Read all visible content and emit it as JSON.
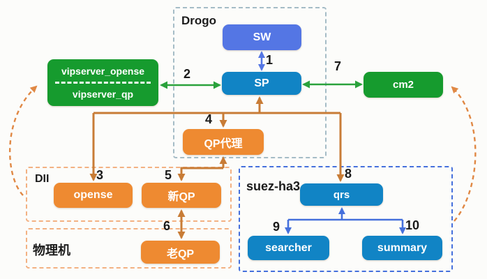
{
  "colors": {
    "bg": "#FCFCFA",
    "green": "#169B2E",
    "green_line": "#2AA23C",
    "blue_dark": "#1184C5",
    "blue_slate": "#5476E4",
    "tree_blue": "#4570DC",
    "orange": "#EE8A31",
    "orange_line": "#C87C36",
    "orange_dashed": "#E08844",
    "drogo_border": "#A5BCC6",
    "dii_border": "#F3B182",
    "suez_border": "#4570DC",
    "label": "#1A1A1A"
  },
  "groups": {
    "drogo": "Drogo",
    "dii": "DII",
    "physical": "物理机",
    "suez": "suez-ha3"
  },
  "nodes": {
    "sw": "SW",
    "sp": "SP",
    "vipserver_top": "vipserver_opense",
    "vipserver_bottom": "vipserver_qp",
    "cm2": "cm2",
    "qp_proxy": "QP代理",
    "opense": "opense",
    "new_qp": "新QP",
    "old_qp": "老QP",
    "qrs": "qrs",
    "searcher": "searcher",
    "summary": "summary"
  },
  "edge_labels": {
    "n1": "1",
    "n2": "2",
    "n3": "3",
    "n4": "4",
    "n5": "5",
    "n6": "6",
    "n7": "7",
    "n8": "8",
    "n9": "9",
    "n10": "10"
  }
}
